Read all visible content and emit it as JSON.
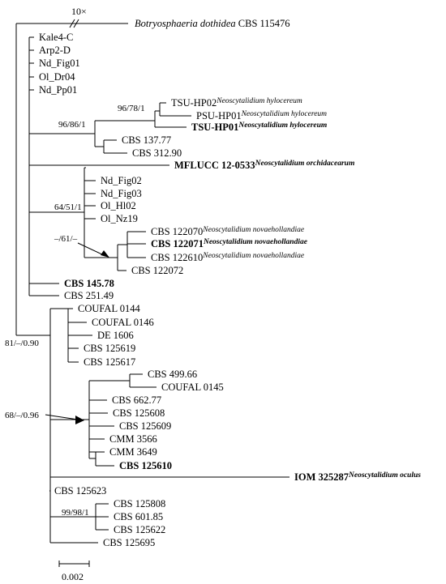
{
  "figure": {
    "break_marker": "10×",
    "scale_label": "0.002"
  },
  "outgroup": {
    "genus": "Botryosphaeria dothidea",
    "strain": "CBS 115476"
  },
  "taxa": [
    {
      "id": "kale4c",
      "label": "Kale4-C",
      "species": "",
      "bold": false
    },
    {
      "id": "arp2d",
      "label": "Arp2-D",
      "species": "",
      "bold": false
    },
    {
      "id": "ndfig01",
      "label": "Nd_Fig01",
      "species": "",
      "bold": false
    },
    {
      "id": "oldr04",
      "label": "Ol_Dr04",
      "species": "",
      "bold": false
    },
    {
      "id": "ndpp01",
      "label": "Nd_Pp01",
      "species": "",
      "bold": false
    },
    {
      "id": "tsuhp02",
      "label": "TSU-HP02",
      "species": "Neoscytalidium hylocereum",
      "bold": false
    },
    {
      "id": "psuhp01",
      "label": "PSU-HP01",
      "species": "Neoscytalidium hylocereum",
      "bold": false
    },
    {
      "id": "tsuhp01",
      "label": "TSU-HP01",
      "species": "Neoscytalidium hylocereum",
      "bold": true
    },
    {
      "id": "cbs13777",
      "label": "CBS 137.77",
      "species": "",
      "bold": false
    },
    {
      "id": "cbs31290",
      "label": "CBS 312.90",
      "species": "",
      "bold": false
    },
    {
      "id": "mflucc",
      "label": "MFLUCC 12-0533",
      "species": "Neoscytalidium orchidacearum",
      "bold": true
    },
    {
      "id": "ndfig02",
      "label": "Nd_Fig02",
      "species": "",
      "bold": false
    },
    {
      "id": "ndfig03",
      "label": "Nd_Fig03",
      "species": "",
      "bold": false
    },
    {
      "id": "olhl02",
      "label": "Ol_Hl02",
      "species": "",
      "bold": false
    },
    {
      "id": "olnz19",
      "label": "Ol_Nz19",
      "species": "",
      "bold": false
    },
    {
      "id": "cbs122070",
      "label": "CBS 122070",
      "species": "Neoscytalidium novaehollandiae",
      "bold": false
    },
    {
      "id": "cbs122071",
      "label": "CBS 122071",
      "species": "Neoscytalidium novaehollandiae",
      "bold": true
    },
    {
      "id": "cbs122610",
      "label": "CBS 122610",
      "species": "Neoscytalidium novaehollandiae",
      "bold": false
    },
    {
      "id": "cbs122072",
      "label": "CBS 122072",
      "species": "",
      "bold": false
    },
    {
      "id": "cbs14578",
      "label": "CBS 145.78",
      "species": "",
      "bold": true
    },
    {
      "id": "cbs25149",
      "label": "CBS 251.49",
      "species": "",
      "bold": false
    },
    {
      "id": "coufal0144",
      "label": "COUFAL 0144",
      "species": "",
      "bold": false
    },
    {
      "id": "coufal0146",
      "label": "COUFAL 0146",
      "species": "",
      "bold": false
    },
    {
      "id": "de1606",
      "label": "DE 1606",
      "species": "",
      "bold": false
    },
    {
      "id": "cbs125619",
      "label": "CBS 125619",
      "species": "",
      "bold": false
    },
    {
      "id": "cbs125617",
      "label": "CBS 125617",
      "species": "",
      "bold": false
    },
    {
      "id": "cbs49966",
      "label": "CBS 499.66",
      "species": "",
      "bold": false
    },
    {
      "id": "coufal0145",
      "label": "COUFAL 0145",
      "species": "",
      "bold": false
    },
    {
      "id": "cbs66277",
      "label": "CBS 662.77",
      "species": "",
      "bold": false
    },
    {
      "id": "cbs125608",
      "label": "CBS 125608",
      "species": "",
      "bold": false
    },
    {
      "id": "cbs125609",
      "label": "CBS 125609",
      "species": "",
      "bold": false
    },
    {
      "id": "cmm3566",
      "label": "CMM 3566",
      "species": "",
      "bold": false
    },
    {
      "id": "cmm3649",
      "label": "CMM 3649",
      "species": "",
      "bold": false
    },
    {
      "id": "cbs125610",
      "label": "CBS 125610",
      "species": "",
      "bold": true
    },
    {
      "id": "iom325287",
      "label": "IOM 325287",
      "species": "Neoscytalidium oculus",
      "bold": true
    },
    {
      "id": "cbs125623",
      "label": "CBS 125623",
      "species": "",
      "bold": false
    },
    {
      "id": "cbs125808",
      "label": "CBS 125808",
      "species": "",
      "bold": false
    },
    {
      "id": "cbs60185",
      "label": "CBS 601.85",
      "species": "",
      "bold": false
    },
    {
      "id": "cbs125622",
      "label": "CBS 125622",
      "species": "",
      "bold": false
    },
    {
      "id": "cbs125695",
      "label": "CBS 125695",
      "species": "",
      "bold": false
    }
  ],
  "supports": [
    {
      "id": "s1",
      "value": "96/78/1"
    },
    {
      "id": "s2",
      "value": "96/86/1"
    },
    {
      "id": "s3",
      "value": "64/51/1"
    },
    {
      "id": "s4",
      "value": "–/61/–"
    },
    {
      "id": "s5",
      "value": "81/–/0.90"
    },
    {
      "id": "s6",
      "value": "68/–/0.96"
    },
    {
      "id": "s7",
      "value": "99/98/1"
    }
  ]
}
